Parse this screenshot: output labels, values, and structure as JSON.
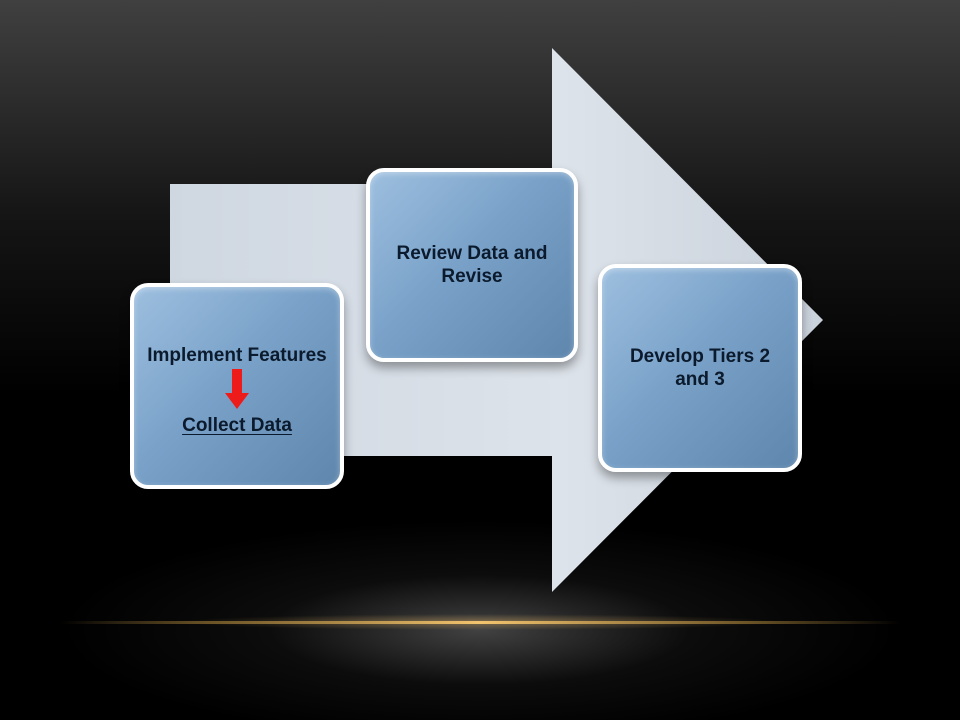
{
  "steps": [
    {
      "label": "Implement Features"
    },
    {
      "label": "Review Data and Revise"
    },
    {
      "label": "Develop Tiers 2 and 3"
    }
  ],
  "substep": {
    "label": "Collect Data"
  },
  "colors": {
    "arrow_fill": "#d6dde6",
    "box_fill": "#7aa2c9",
    "box_border": "#ffffff",
    "down_arrow": "#ee1b1b",
    "floor_line": "#f3c46e"
  },
  "icons": {
    "down_arrow": "arrow-down-icon"
  }
}
